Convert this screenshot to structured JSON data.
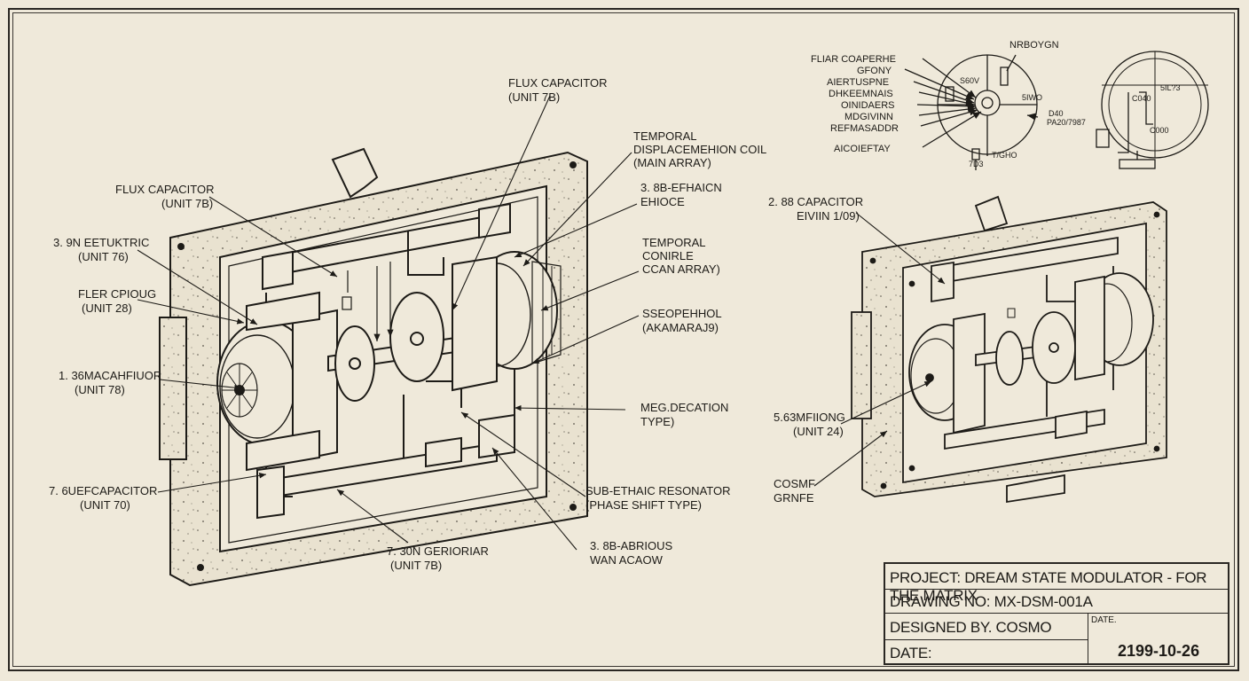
{
  "left_labels": [
    {
      "lines": [
        "FLUX CAPACITOR",
        "(UNIT 7B)"
      ]
    },
    {
      "lines": [
        "FLUX CAPACITOR",
        "(UNIT 7B)"
      ]
    },
    {
      "lines": [
        "3. 9N EETUKTRIC",
        "(UNIT 76)"
      ]
    },
    {
      "lines": [
        "FLER CPIOUG",
        "(UNIT 28)"
      ]
    },
    {
      "lines": [
        "1. 36MACAHFIUOR",
        "(UNIT 78)"
      ]
    },
    {
      "lines": [
        "7. 6UEFCAPACITOR",
        "(UNIT 70)"
      ]
    },
    {
      "lines": [
        "7. 30N GERIORIAR",
        "(UNIT 7B)"
      ]
    },
    {
      "lines": [
        "3. 8B-ABRIOUS",
        "WAN ACAOW"
      ]
    },
    {
      "lines": [
        "SUB-ETHAIC RESONATOR",
        "(PHASE SHIFT TYPE)"
      ]
    },
    {
      "lines": [
        "MEG.DECATION",
        "TYPE)"
      ]
    },
    {
      "lines": [
        "SSEOPEHHOL",
        "(AKAMARAJ9)"
      ]
    },
    {
      "lines": [
        "TEMPORAL",
        "CONIRLE",
        "CCAN ARRAY)"
      ]
    },
    {
      "lines": [
        "3. 8B-EFHAICN",
        "EHIOCE"
      ]
    },
    {
      "lines": [
        "TEMPORAL",
        "DISPLACEMEHION COIL",
        "(MAIN ARRAY)"
      ]
    }
  ],
  "right_labels": [
    {
      "lines": [
        "2. 88 CAPACITOR",
        "EIVIIN 1/09)"
      ]
    },
    {
      "lines": [
        "5.63MFIIONG",
        "(UNIT 24)"
      ]
    },
    {
      "lines": [
        "COSMF",
        "GRNFE"
      ]
    }
  ],
  "mini_labels": [
    "NRBOYGN",
    "FLIAR COAPERHE",
    "GFONY",
    "AIERTUSPNE",
    "DHKEEMNAIS",
    "OINIDAERS",
    "MDGIVINN",
    "REFMASADDR",
    "AICOIEFTAY",
    "S60V",
    "5IWO",
    "D40",
    "PA20/7987",
    "T/GHO",
    "7D3",
    "5IL?3",
    "C040",
    "C000"
  ],
  "title_block": {
    "project": "PROJECT: DREAM STATE MODULATOR - FOR THE MATRIX",
    "drawing_no": "DRAWING NO: MX-DSM-001A",
    "designed_by": "DESIGNED BY. COSMO",
    "date_label": "DATE:",
    "date_small": "DATE.",
    "date_value": "2199-10-26"
  }
}
